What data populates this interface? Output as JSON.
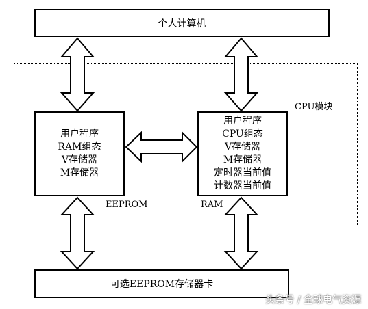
{
  "pc": {
    "label": "个人计算机"
  },
  "cpu_module": {
    "label": "CPU模块"
  },
  "eeprom": {
    "label": "EEPROM",
    "lines": [
      "用户程序",
      "RAM组态",
      "V存储器",
      "M存储器"
    ]
  },
  "ram": {
    "label": "RAM",
    "lines": [
      "用户程序",
      "CPU组态",
      "V存储器",
      "M存储器",
      "定时器当前值",
      "计数器当前值"
    ]
  },
  "card": {
    "label": "可选EEPROM存储器卡"
  },
  "watermark": "头条号 / 全球电气资源"
}
